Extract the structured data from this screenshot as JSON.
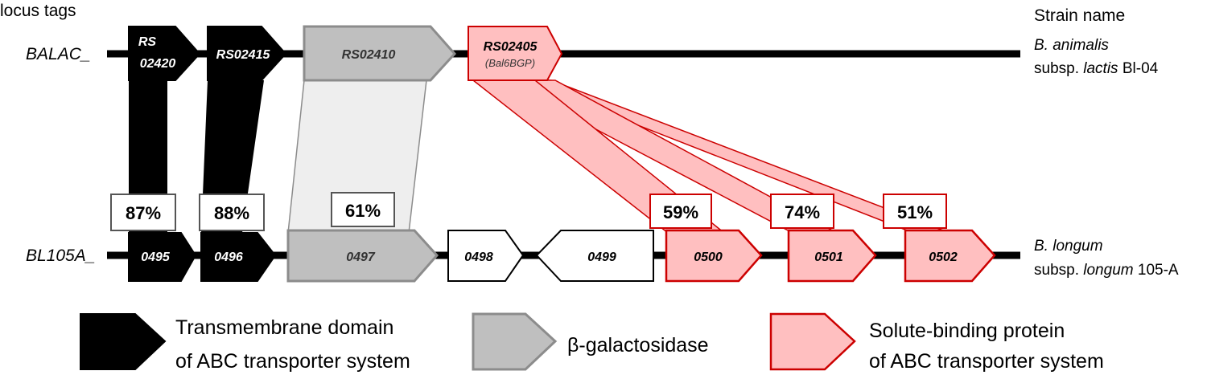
{
  "header": {
    "locus_tags": "locus tags",
    "strain_name": "Strain name"
  },
  "top": {
    "prefix": "BALAC_",
    "strain_line1_italic": "B. animalis",
    "strain_line2_pre": "subsp. ",
    "strain_line2_italic": "lactis",
    "strain_line2_post": " Bl-04",
    "genes": {
      "rs02420_a": "RS",
      "rs02420_b": "02420",
      "rs02415": "RS02415",
      "rs02410": "RS02410",
      "rs02405": "RS02405",
      "rs02405_sub": "(Bal6BGP)"
    }
  },
  "bottom": {
    "prefix": "BL105A_",
    "strain_line1_italic": "B. longum",
    "strain_line2_pre": "subsp. ",
    "strain_line2_italic": "longum",
    "strain_line2_post": " 105-A",
    "genes": {
      "g0495": "0495",
      "g0496": "0496",
      "g0497": "0497",
      "g0498": "0498",
      "g0499": "0499",
      "g0500": "0500",
      "g0501": "0501",
      "g0502": "0502"
    }
  },
  "identities": {
    "g0495": "87%",
    "g0496": "88%",
    "g0497": "61%",
    "g0500": "59%",
    "g0501": "74%",
    "g0502": "51%"
  },
  "legend": {
    "tmd_line1": "Transmembrane domain",
    "tmd_line2": "of ABC transporter system",
    "bgal": "β-galactosidase",
    "sbp_line1": "Solute-binding protein",
    "sbp_line2": "of ABC transporter system"
  },
  "colors": {
    "tmd_fill": "#000000",
    "bgal_fill": "#bfbfbf",
    "bgal_stroke": "#8c8c8c",
    "sbp_fill": "#ffbfc0",
    "sbp_stroke": "#cc0000",
    "unassigned_fill": "#ffffff",
    "link_gray": "#eeeeee"
  }
}
